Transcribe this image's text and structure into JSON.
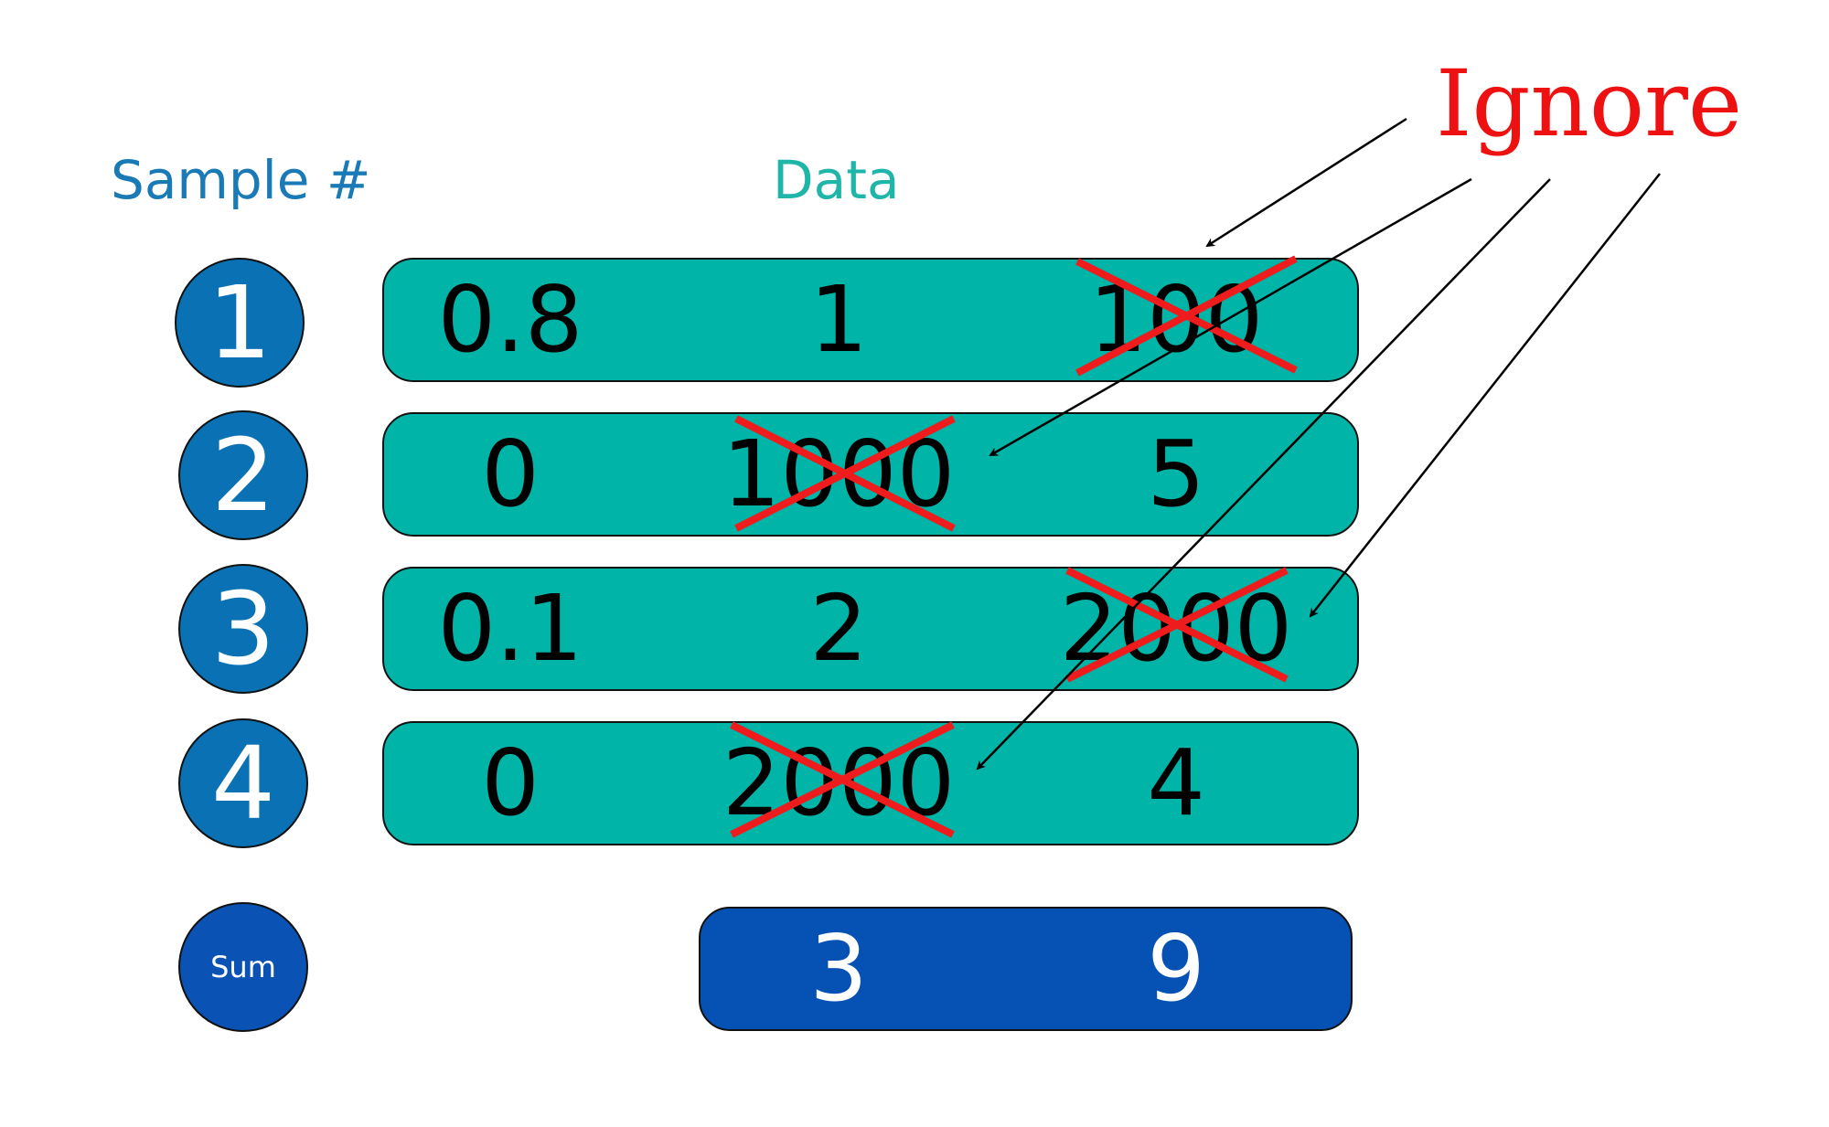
{
  "headers": {
    "sample": "Sample #",
    "data": "Data"
  },
  "rows": [
    {
      "label": "1",
      "values": [
        "0.8",
        "1",
        "100"
      ],
      "ignored": [
        false,
        false,
        true
      ]
    },
    {
      "label": "2",
      "values": [
        "0",
        "1000",
        "5"
      ],
      "ignored": [
        false,
        true,
        false
      ]
    },
    {
      "label": "3",
      "values": [
        "0.1",
        "2",
        "2000"
      ],
      "ignored": [
        false,
        false,
        true
      ]
    },
    {
      "label": "4",
      "values": [
        "0",
        "2000",
        "4"
      ],
      "ignored": [
        false,
        true,
        false
      ]
    }
  ],
  "sum": {
    "label": "Sum",
    "values": [
      "3",
      "9"
    ]
  },
  "annotation": {
    "text": "Ignore"
  },
  "colors": {
    "sample_header": "#1a7ab5",
    "data_header": "#1fb5a8",
    "sample_circle": "#0a72b4",
    "sum_circle": "#0a52b3",
    "row_fill": "#00b5a8",
    "sum_fill": "#0552b4",
    "cross": "#ee1c1c",
    "annotation_text": "#ee1111",
    "arrow": "#000000"
  }
}
